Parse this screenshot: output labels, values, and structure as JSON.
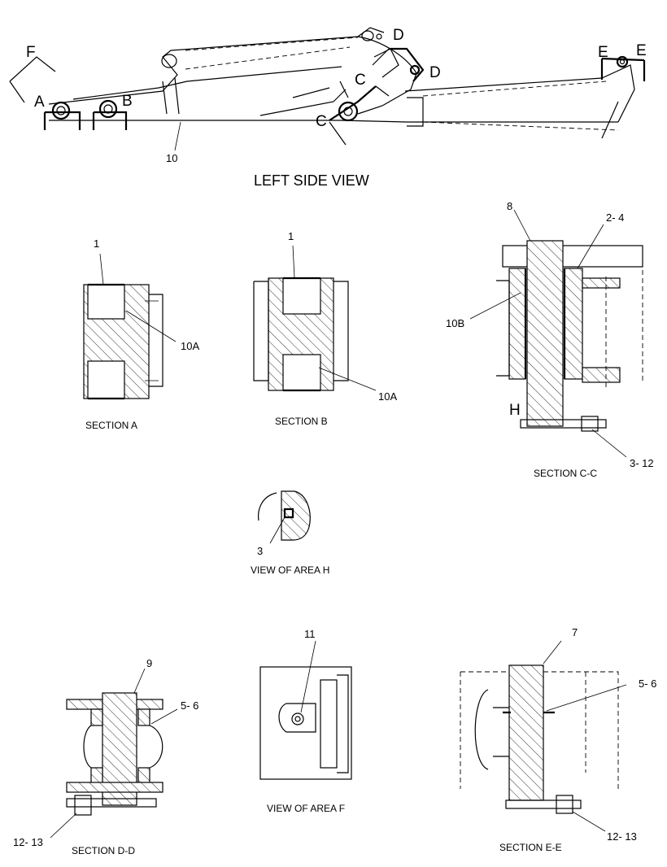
{
  "view_title": "LEFT SIDE VIEW",
  "main_view": {
    "callouts": {
      "a": "A",
      "b": "B",
      "c_lower": "C",
      "c_upper": "C",
      "d_upper": "D",
      "d_lower": "D",
      "e_left": "E",
      "e_right": "E",
      "f": "F"
    },
    "part_10": "10"
  },
  "section_a": {
    "caption": "SECTION A",
    "label_1": "1",
    "label_10a": "10A"
  },
  "section_b": {
    "caption": "SECTION B",
    "label_1": "1",
    "label_10a": "10A"
  },
  "section_cc": {
    "caption": "SECTION C-C",
    "label_8": "8",
    "label_2_4": "2- 4",
    "label_10b": "10B",
    "label_h": "H",
    "label_3_12": "3- 12"
  },
  "view_h": {
    "caption": "VIEW OF AREA  H",
    "label_3": "3"
  },
  "section_dd": {
    "caption": "SECTION D-D",
    "label_9": "9",
    "label_5_6": "5- 6",
    "label_12_13": "12- 13"
  },
  "view_f": {
    "caption": "VIEW OF AREA F",
    "label_11": "11"
  },
  "section_ee": {
    "caption": "SECTION E-E",
    "label_7": "7",
    "label_5_6": "5- 6",
    "label_12_13": "12- 13"
  }
}
